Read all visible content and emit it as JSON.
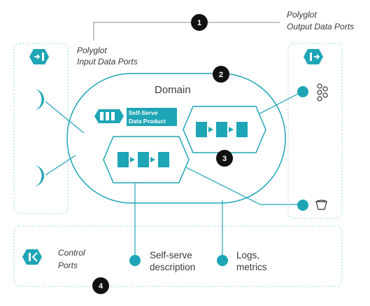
{
  "labels": {
    "output_ports": [
      "Polyglot",
      "Output Data Ports"
    ],
    "input_ports": [
      "Polyglot",
      "Input Data Ports"
    ],
    "domain": "Domain",
    "self_serve_data_product": [
      "Self-Serve",
      "Data Product"
    ],
    "control_ports": [
      "Control",
      "Ports"
    ],
    "self_serve_description": [
      "Self-serve",
      "description"
    ],
    "logs_metrics": [
      "Logs,",
      "metrics"
    ]
  },
  "badges": [
    "1",
    "2",
    "3",
    "4"
  ],
  "icons": {
    "input_port": "arrow-into-bar-icon",
    "output_port": "bar-arrow-out-icon",
    "input_moon": "crescent-socket-icon",
    "output_stream": "stream-cluster-icon",
    "output_storage": "bucket-icon",
    "control": "control-k-icon",
    "self_serve": "pipeline-icon"
  },
  "colors": {
    "accent": "#1ea5b6",
    "dotted": "#a9dde3",
    "text": "#3a3a3a",
    "badge": "#111111"
  }
}
